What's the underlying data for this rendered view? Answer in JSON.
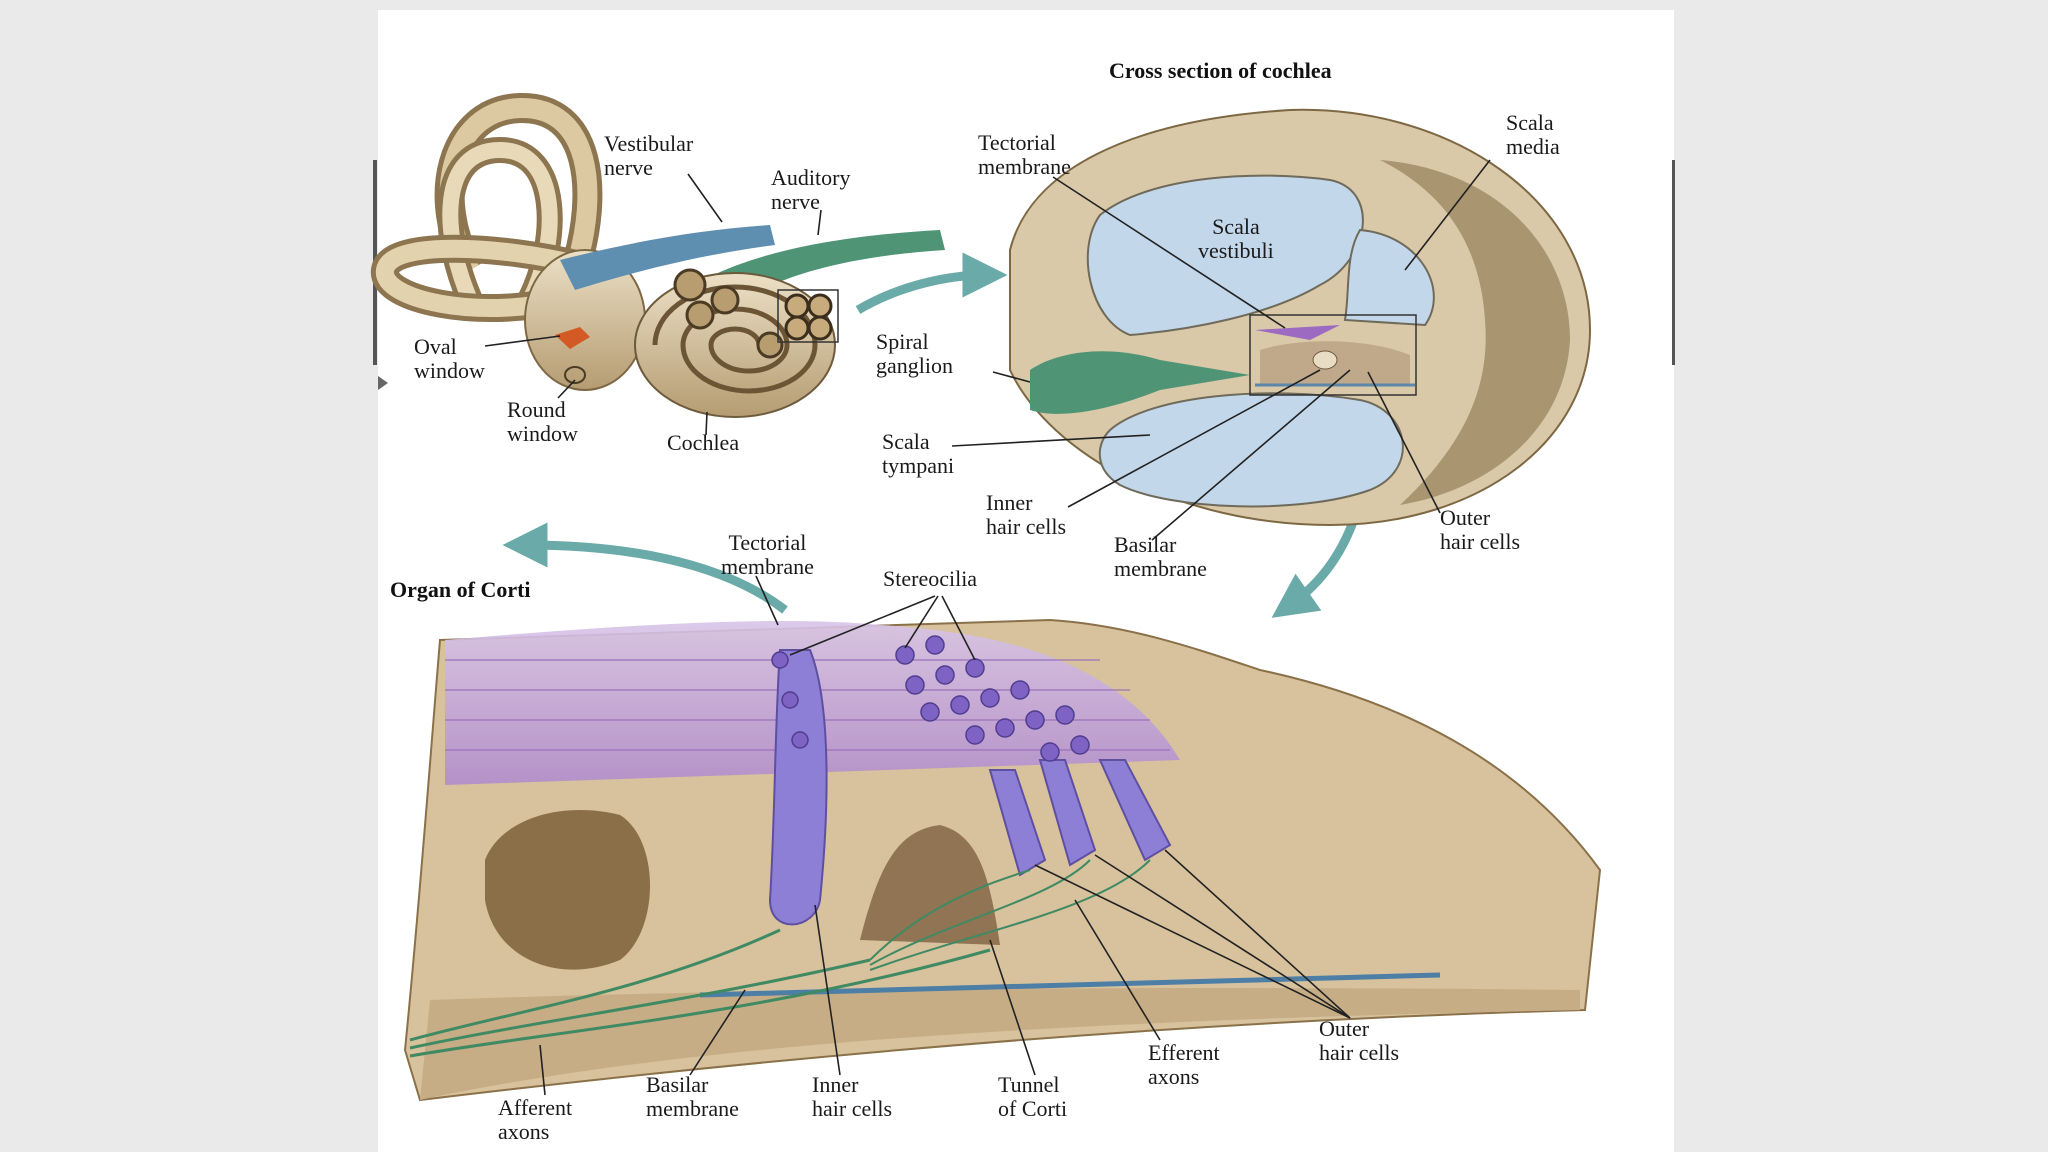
{
  "headings": {
    "cross_section": "Cross section of cochlea",
    "organ_of_corti": "Organ of Corti"
  },
  "inner_ear": {
    "vestibular_nerve": "Vestibular\nnerve",
    "auditory_nerve": "Auditory\nnerve",
    "oval_window": "Oval\nwindow",
    "round_window": "Round\nwindow",
    "cochlea": "Cochlea"
  },
  "cross_section": {
    "tectorial_membrane": "Tectorial\nmembrane",
    "scala_media": "Scala\nmedia",
    "scala_vestibuli": "Scala\nvestibuli",
    "spiral_ganglion": "Spiral\nganglion",
    "scala_tympani": "Scala\ntympani",
    "inner_hair_cells": "Inner\nhair cells",
    "basilar_membrane": "Basilar\nmembrane",
    "outer_hair_cells": "Outer\nhair cells"
  },
  "organ": {
    "tectorial_membrane": "Tectorial\nmembrane",
    "stereocilia": "Stereocilia",
    "afferent_axons": "Afferent\naxons",
    "basilar_membrane": "Basilar\nmembrane",
    "inner_hair_cells": "Inner\nhair cells",
    "tunnel_of_corti": "Tunnel\nof Corti",
    "efferent_axons": "Efferent\naxons",
    "outer_hair_cells": "Outer\nhair cells"
  },
  "colors": {
    "bone": "#c9b48f",
    "fluid": "#c3d7ea",
    "tectorial": "#b48fcc",
    "hair_cell": "#8e7fd6",
    "nerve": "#3f8a62",
    "arrow": "#6aaaa8"
  }
}
